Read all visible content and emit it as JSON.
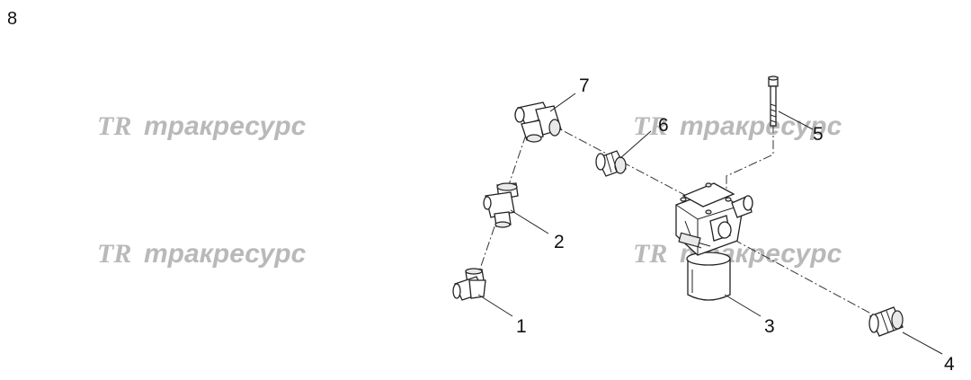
{
  "page_number": "8",
  "watermark": {
    "logo": "TR",
    "text": "тракресурс"
  },
  "callouts": [
    "1",
    "2",
    "3",
    "4",
    "5",
    "6",
    "7"
  ]
}
